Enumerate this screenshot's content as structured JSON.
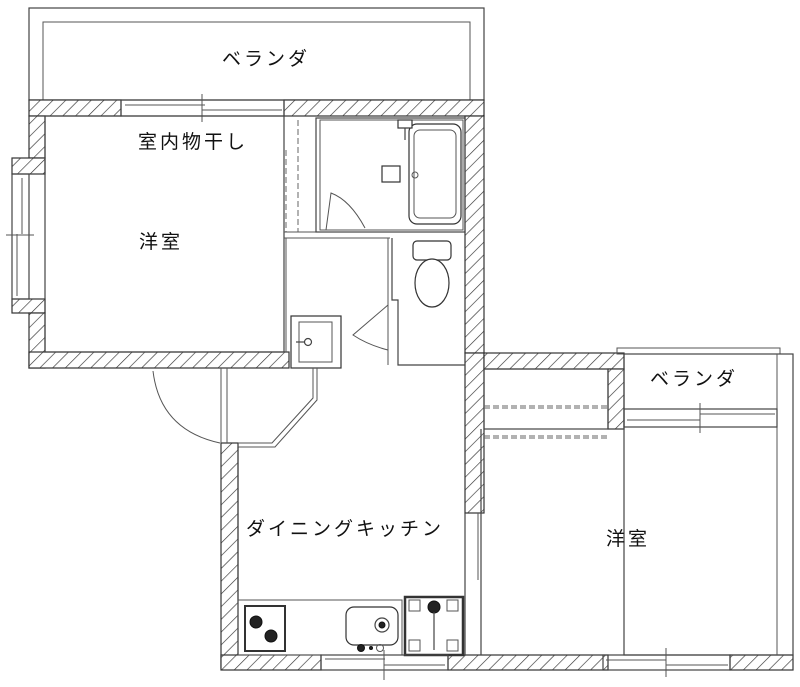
{
  "floor_plan": {
    "rooms": {
      "veranda_top": {
        "label": "ベランダ"
      },
      "indoor_drying": {
        "label": "室内物干し"
      },
      "western_room_1": {
        "label": "洋室"
      },
      "dining_kitchen": {
        "label": "ダイニングキッチン"
      },
      "veranda_right": {
        "label": "ベランダ"
      },
      "western_room_2": {
        "label": "洋室"
      }
    },
    "fixtures": [
      {
        "name": "bathtub",
        "room": "bathroom"
      },
      {
        "name": "toilet",
        "room": "toilet"
      },
      {
        "name": "washbasin",
        "room": "washroom"
      },
      {
        "name": "gas-stove",
        "room": "dining_kitchen"
      },
      {
        "name": "kitchen-sink",
        "room": "dining_kitchen"
      },
      {
        "name": "washing-machine-pan",
        "room": "dining_kitchen"
      }
    ],
    "colors": {
      "line": "#333333",
      "background": "#ffffff"
    }
  }
}
